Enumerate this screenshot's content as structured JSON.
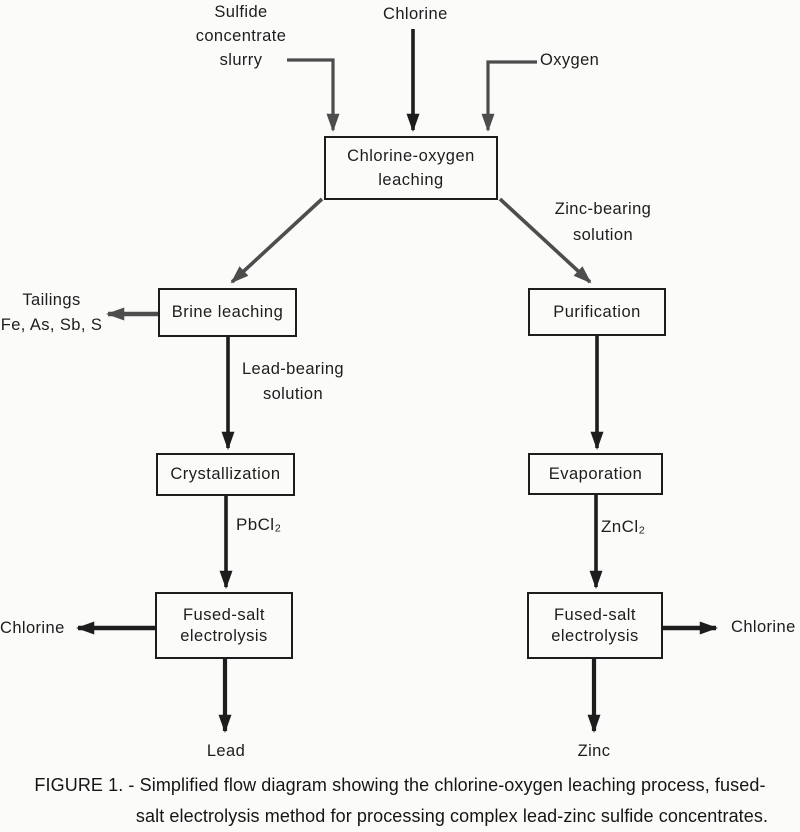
{
  "colors": {
    "ink": "#1d1d1d",
    "line_gray": "#4d4d4d",
    "background": "#fbfbfa"
  },
  "inputs": {
    "sulfide_slurry": "Sulfide\nconcentrate\nslurry",
    "chlorine": "Chlorine",
    "oxygen": "Oxygen"
  },
  "boxes": {
    "leaching": "Chlorine-oxygen\nleaching",
    "brine_leaching": "Brine leaching",
    "purification": "Purification",
    "crystallization": "Crystallization",
    "evaporation": "Evaporation",
    "electrolysis_left": "Fused-salt\nelectrolysis",
    "electrolysis_right": "Fused-salt\nelectrolysis"
  },
  "streams": {
    "zinc_bearing": "Zinc-bearing\nsolution",
    "lead_bearing": "Lead-bearing\nsolution",
    "pbcl2": "PbCl₂",
    "zncl2": "ZnCl₂"
  },
  "outputs": {
    "tailings": "Tailings\nFe, As, Sb, S",
    "chlorine_left": "Chlorine",
    "chlorine_right": "Chlorine",
    "lead": "Lead",
    "zinc": "Zinc"
  },
  "caption": {
    "line1": "FIGURE 1. - Simplified flow diagram showing the chlorine-oxygen leaching process, fused-",
    "line2": "salt electrolysis method for processing complex lead-zinc sulfide concentrates."
  }
}
